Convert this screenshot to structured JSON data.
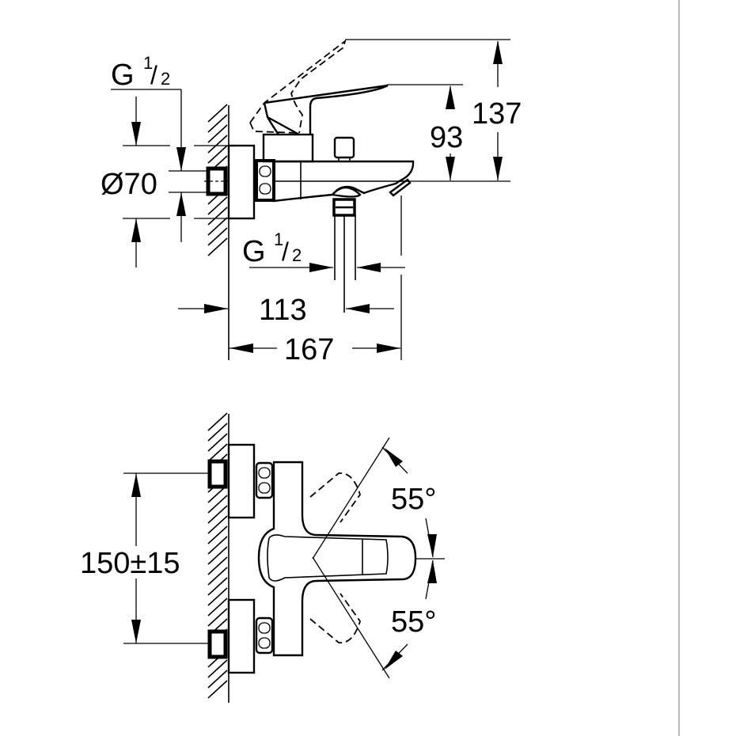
{
  "drawing": {
    "title": "Single-lever bath mixer dimension drawing",
    "side_view": {
      "thread_top": {
        "main": "G",
        "num": "1",
        "slash": "/",
        "den": "2"
      },
      "diameter": "Ø70",
      "thread_bottom": {
        "main": "G",
        "num": "1",
        "slash": "/",
        "den": "2"
      },
      "height_spout": "93",
      "height_lever": "137",
      "depth_outlet": "113",
      "depth_total": "167"
    },
    "top_view": {
      "spacing": "150±15",
      "angle_upper": "55°",
      "angle_lower": "55°"
    }
  },
  "colors": {
    "line": "#000000",
    "background": "#ffffff",
    "edge_line": "#bdbdbd"
  }
}
